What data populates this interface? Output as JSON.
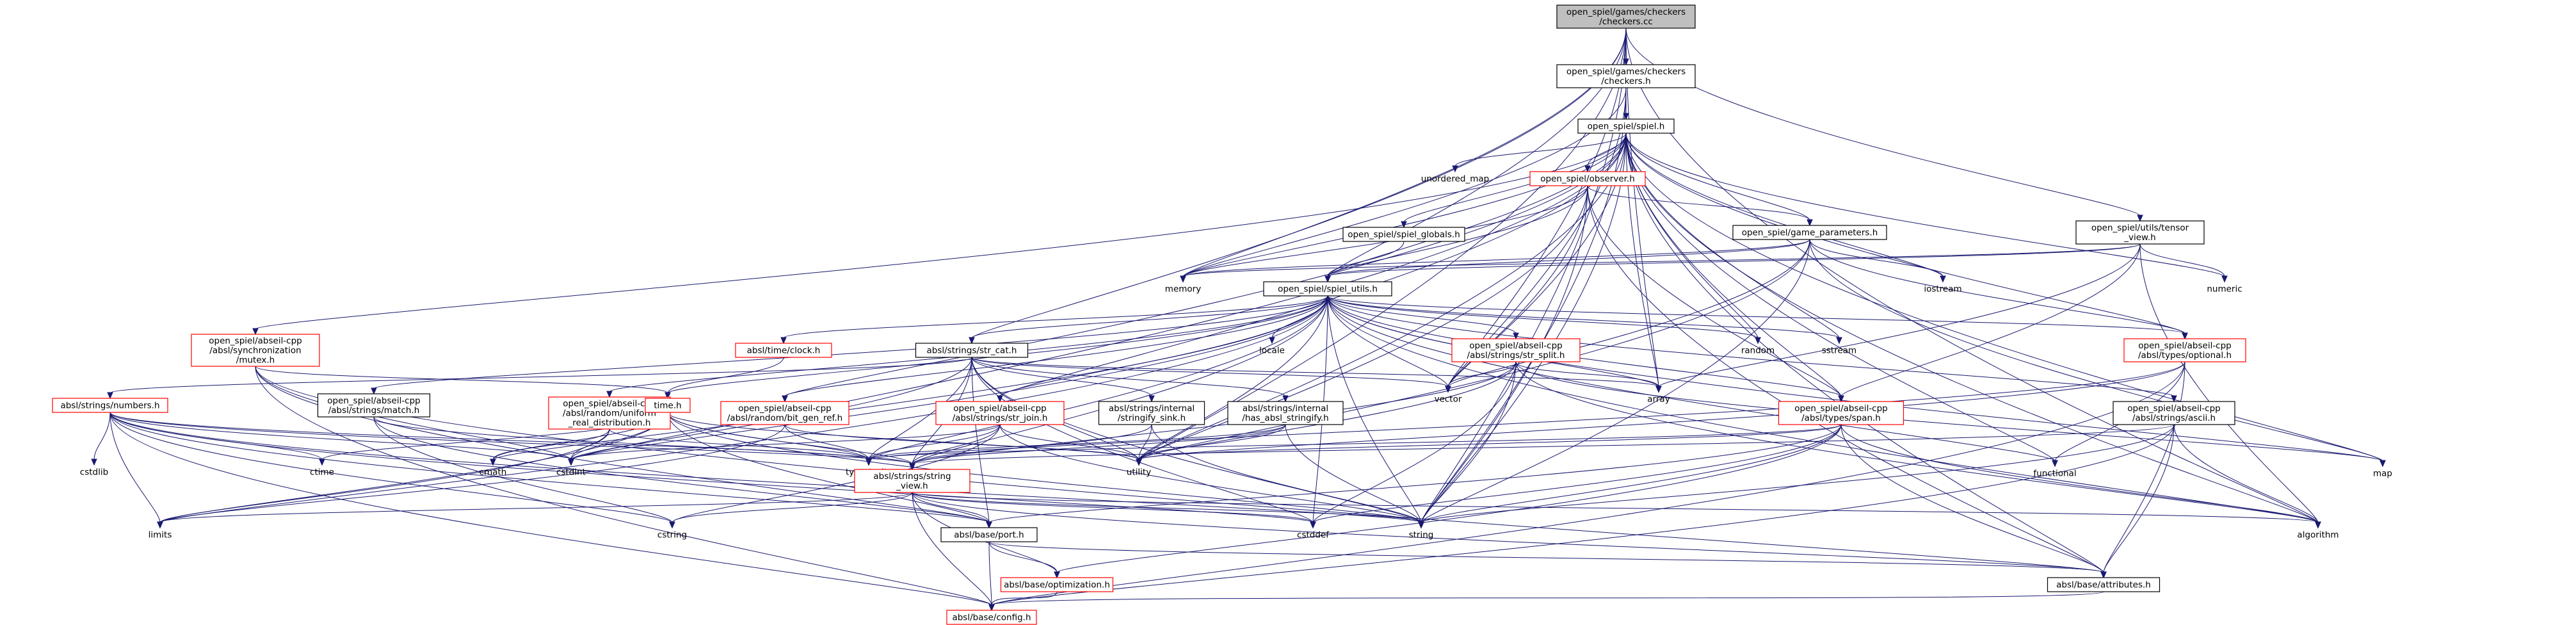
{
  "diagram": {
    "edge_color": "#191970",
    "boxed_border_color": "#000000",
    "incomplete_border_color": "#ff0000",
    "root_fill": "#bfbfbf",
    "nodes": [
      {
        "id": "n_checkers_cc",
        "lines": [
          "open_spiel/games/checkers",
          "/checkers.cc"
        ],
        "style": "root"
      },
      {
        "id": "n_checkers_h",
        "lines": [
          "open_spiel/games/checkers",
          "/checkers.h"
        ],
        "style": "box"
      },
      {
        "id": "n_spiel_h",
        "lines": [
          "open_spiel/spiel.h"
        ],
        "style": "box"
      },
      {
        "id": "n_observer",
        "lines": [
          "open_spiel/observer.h"
        ],
        "style": "red"
      },
      {
        "id": "n_unordered_map",
        "lines": [
          "unordered_map"
        ],
        "style": "plain"
      },
      {
        "id": "n_spiel_globals",
        "lines": [
          "open_spiel/spiel_globals.h"
        ],
        "style": "box"
      },
      {
        "id": "n_game_params",
        "lines": [
          "open_spiel/game_parameters.h"
        ],
        "style": "box"
      },
      {
        "id": "n_tensor_view",
        "lines": [
          "open_spiel/utils/tensor",
          "_view.h"
        ],
        "style": "box"
      },
      {
        "id": "n_memory",
        "lines": [
          "memory"
        ],
        "style": "plain"
      },
      {
        "id": "n_iostream",
        "lines": [
          "iostream"
        ],
        "style": "plain"
      },
      {
        "id": "n_numeric",
        "lines": [
          "numeric"
        ],
        "style": "plain"
      },
      {
        "id": "n_spiel_utils",
        "lines": [
          "open_spiel/spiel_utils.h"
        ],
        "style": "box"
      },
      {
        "id": "n_mutex",
        "lines": [
          "open_spiel/abseil-cpp",
          "/absl/synchronization",
          "/mutex.h"
        ],
        "style": "red"
      },
      {
        "id": "n_clock",
        "lines": [
          "absl/time/clock.h"
        ],
        "style": "red"
      },
      {
        "id": "n_locale",
        "lines": [
          "locale"
        ],
        "style": "plain"
      },
      {
        "id": "n_str_cat",
        "lines": [
          "absl/strings/str_cat.h"
        ],
        "style": "box"
      },
      {
        "id": "n_str_split",
        "lines": [
          "open_spiel/abseil-cpp",
          "/absl/strings/str_split.h"
        ],
        "style": "red"
      },
      {
        "id": "n_random",
        "lines": [
          "random"
        ],
        "style": "plain"
      },
      {
        "id": "n_sstream",
        "lines": [
          "sstream"
        ],
        "style": "plain"
      },
      {
        "id": "n_optional",
        "lines": [
          "open_spiel/abseil-cpp",
          "/absl/types/optional.h"
        ],
        "style": "red"
      },
      {
        "id": "n_vector",
        "lines": [
          "vector"
        ],
        "style": "plain"
      },
      {
        "id": "n_array",
        "lines": [
          "array"
        ],
        "style": "plain"
      },
      {
        "id": "n_functional",
        "lines": [
          "functional"
        ],
        "style": "plain"
      },
      {
        "id": "n_map",
        "lines": [
          "map"
        ],
        "style": "plain"
      },
      {
        "id": "n_numbers",
        "lines": [
          "absl/strings/numbers.h"
        ],
        "style": "red"
      },
      {
        "id": "n_match",
        "lines": [
          "open_spiel/abseil-cpp",
          "/absl/strings/match.h"
        ],
        "style": "box"
      },
      {
        "id": "n_uniform",
        "lines": [
          "open_spiel/abseil-cpp",
          "/absl/random/uniform",
          "_real_distribution.h"
        ],
        "style": "red"
      },
      {
        "id": "n_time",
        "lines": [
          "time.h"
        ],
        "style": "red"
      },
      {
        "id": "n_bit_gen",
        "lines": [
          "open_spiel/abseil-cpp",
          "/absl/random/bit_gen_ref.h"
        ],
        "style": "red"
      },
      {
        "id": "n_str_join",
        "lines": [
          "open_spiel/abseil-cpp",
          "/absl/strings/str_join.h"
        ],
        "style": "red"
      },
      {
        "id": "n_stringify",
        "lines": [
          "absl/strings/internal",
          "/stringify_sink.h"
        ],
        "style": "box"
      },
      {
        "id": "n_has_absl",
        "lines": [
          "absl/strings/internal",
          "/has_absl_stringify.h"
        ],
        "style": "box"
      },
      {
        "id": "n_span",
        "lines": [
          "open_spiel/abseil-cpp",
          "/absl/types/span.h"
        ],
        "style": "red"
      },
      {
        "id": "n_ascii",
        "lines": [
          "open_spiel/abseil-cpp",
          "/absl/strings/ascii.h"
        ],
        "style": "box"
      },
      {
        "id": "n_cstdlib",
        "lines": [
          "cstdlib"
        ],
        "style": "plain"
      },
      {
        "id": "n_ctime",
        "lines": [
          "ctime"
        ],
        "style": "plain"
      },
      {
        "id": "n_cstdint",
        "lines": [
          "cstdint"
        ],
        "style": "plain"
      },
      {
        "id": "n_cmath",
        "lines": [
          "cmath"
        ],
        "style": "plain"
      },
      {
        "id": "n_type_traits",
        "lines": [
          "type_traits"
        ],
        "style": "plain"
      },
      {
        "id": "n_utility",
        "lines": [
          "utility"
        ],
        "style": "plain"
      },
      {
        "id": "n_string_view",
        "lines": [
          "absl/strings/string",
          "_view.h"
        ],
        "style": "red"
      },
      {
        "id": "n_limits",
        "lines": [
          "limits"
        ],
        "style": "plain"
      },
      {
        "id": "n_cstring",
        "lines": [
          "cstring"
        ],
        "style": "plain"
      },
      {
        "id": "n_cstddef",
        "lines": [
          "cstddef"
        ],
        "style": "plain"
      },
      {
        "id": "n_string",
        "lines": [
          "string"
        ],
        "style": "plain"
      },
      {
        "id": "n_algorithm",
        "lines": [
          "algorithm"
        ],
        "style": "plain"
      },
      {
        "id": "n_port",
        "lines": [
          "absl/base/port.h"
        ],
        "style": "box"
      },
      {
        "id": "n_attributes",
        "lines": [
          "absl/base/attributes.h"
        ],
        "style": "box"
      },
      {
        "id": "n_optimization",
        "lines": [
          "absl/base/optimization.h"
        ],
        "style": "red"
      },
      {
        "id": "n_config",
        "lines": [
          "absl/base/config.h"
        ],
        "style": "red"
      }
    ],
    "edges": [
      [
        "n_checkers_cc",
        "n_checkers_h"
      ],
      [
        "n_checkers_cc",
        "n_spiel_utils"
      ],
      [
        "n_checkers_cc",
        "n_memory"
      ],
      [
        "n_checkers_cc",
        "n_str_cat"
      ],
      [
        "n_checkers_cc",
        "n_vector"
      ],
      [
        "n_checkers_cc",
        "n_tensor_view"
      ],
      [
        "n_checkers_cc",
        "n_string"
      ],
      [
        "n_checkers_cc",
        "n_algorithm"
      ],
      [
        "n_checkers_cc",
        "n_utility"
      ],
      [
        "n_checkers_cc",
        "n_array"
      ],
      [
        "n_checkers_h",
        "n_spiel_h"
      ],
      [
        "n_checkers_h",
        "n_memory"
      ],
      [
        "n_checkers_h",
        "n_vector"
      ],
      [
        "n_checkers_h",
        "n_string"
      ],
      [
        "n_spiel_h",
        "n_observer"
      ],
      [
        "n_spiel_h",
        "n_unordered_map"
      ],
      [
        "n_spiel_h",
        "n_spiel_globals"
      ],
      [
        "n_spiel_h",
        "n_game_params"
      ],
      [
        "n_spiel_h",
        "n_memory"
      ],
      [
        "n_spiel_h",
        "n_iostream"
      ],
      [
        "n_spiel_h",
        "n_spiel_utils"
      ],
      [
        "n_spiel_h",
        "n_mutex"
      ],
      [
        "n_spiel_h",
        "n_optional"
      ],
      [
        "n_spiel_h",
        "n_span"
      ],
      [
        "n_spiel_h",
        "n_random"
      ],
      [
        "n_spiel_h",
        "n_sstream"
      ],
      [
        "n_spiel_h",
        "n_functional"
      ],
      [
        "n_spiel_h",
        "n_map"
      ],
      [
        "n_spiel_h",
        "n_numeric"
      ],
      [
        "n_spiel_h",
        "n_vector"
      ],
      [
        "n_spiel_h",
        "n_string"
      ],
      [
        "n_spiel_h",
        "n_utility"
      ],
      [
        "n_spiel_h",
        "n_cstdint"
      ],
      [
        "n_spiel_h",
        "n_attributes"
      ],
      [
        "n_spiel_h",
        "n_bit_gen"
      ],
      [
        "n_spiel_h",
        "n_str_join"
      ],
      [
        "n_spiel_h",
        "n_algorithm"
      ],
      [
        "n_spiel_h",
        "n_array"
      ],
      [
        "n_observer",
        "n_game_params"
      ],
      [
        "n_observer",
        "n_spiel_utils"
      ],
      [
        "n_observer",
        "n_memory"
      ],
      [
        "n_observer",
        "n_span"
      ],
      [
        "n_observer",
        "n_vector"
      ],
      [
        "n_observer",
        "n_string"
      ],
      [
        "n_observer",
        "n_utility"
      ],
      [
        "n_observer",
        "n_attributes"
      ],
      [
        "n_spiel_globals",
        "n_spiel_utils"
      ],
      [
        "n_game_params",
        "n_spiel_utils"
      ],
      [
        "n_game_params",
        "n_memory"
      ],
      [
        "n_game_params",
        "n_iostream"
      ],
      [
        "n_game_params",
        "n_map"
      ],
      [
        "n_game_params",
        "n_string"
      ],
      [
        "n_game_params",
        "n_optional"
      ],
      [
        "n_game_params",
        "n_utility"
      ],
      [
        "n_game_params",
        "n_vector"
      ],
      [
        "n_tensor_view",
        "n_spiel_utils"
      ],
      [
        "n_tensor_view",
        "n_memory"
      ],
      [
        "n_tensor_view",
        "n_numeric"
      ],
      [
        "n_tensor_view",
        "n_array"
      ],
      [
        "n_tensor_view",
        "n_span"
      ],
      [
        "n_tensor_view",
        "n_algorithm"
      ],
      [
        "n_spiel_utils",
        "n_clock"
      ],
      [
        "n_spiel_utils",
        "n_locale"
      ],
      [
        "n_spiel_utils",
        "n_str_cat"
      ],
      [
        "n_spiel_utils",
        "n_str_split"
      ],
      [
        "n_spiel_utils",
        "n_random"
      ],
      [
        "n_spiel_utils",
        "n_sstream"
      ],
      [
        "n_spiel_utils",
        "n_optional"
      ],
      [
        "n_spiel_utils",
        "n_vector"
      ],
      [
        "n_spiel_utils",
        "n_array"
      ],
      [
        "n_spiel_utils",
        "n_map"
      ],
      [
        "n_spiel_utils",
        "n_match"
      ],
      [
        "n_spiel_utils",
        "n_uniform"
      ],
      [
        "n_spiel_utils",
        "n_time"
      ],
      [
        "n_spiel_utils",
        "n_bit_gen"
      ],
      [
        "n_spiel_utils",
        "n_str_join"
      ],
      [
        "n_spiel_utils",
        "n_span"
      ],
      [
        "n_spiel_utils",
        "n_ascii"
      ],
      [
        "n_spiel_utils",
        "n_cstdint"
      ],
      [
        "n_spiel_utils",
        "n_cmath"
      ],
      [
        "n_spiel_utils",
        "n_type_traits"
      ],
      [
        "n_spiel_utils",
        "n_utility"
      ],
      [
        "n_spiel_utils",
        "n_string_view"
      ],
      [
        "n_spiel_utils",
        "n_cstddef"
      ],
      [
        "n_spiel_utils",
        "n_string"
      ],
      [
        "n_spiel_utils",
        "n_algorithm"
      ],
      [
        "n_spiel_utils",
        "n_functional"
      ],
      [
        "n_spiel_utils",
        "n_limits"
      ],
      [
        "n_mutex",
        "n_time"
      ],
      [
        "n_mutex",
        "n_cstdint"
      ],
      [
        "n_mutex",
        "n_port"
      ],
      [
        "n_mutex",
        "n_attributes"
      ],
      [
        "n_mutex",
        "n_config"
      ],
      [
        "n_clock",
        "n_time"
      ],
      [
        "n_str_cat",
        "n_numbers"
      ],
      [
        "n_str_cat",
        "n_stringify"
      ],
      [
        "n_str_cat",
        "n_has_absl"
      ],
      [
        "n_str_cat",
        "n_string_view"
      ],
      [
        "n_str_cat",
        "n_port"
      ],
      [
        "n_str_cat",
        "n_array"
      ],
      [
        "n_str_cat",
        "n_vector"
      ],
      [
        "n_str_cat",
        "n_string"
      ],
      [
        "n_str_cat",
        "n_type_traits"
      ],
      [
        "n_str_cat",
        "n_utility"
      ],
      [
        "n_str_cat",
        "n_cstdint"
      ],
      [
        "n_str_cat",
        "n_cstddef"
      ],
      [
        "n_str_split",
        "n_string_view"
      ],
      [
        "n_str_split",
        "n_vector"
      ],
      [
        "n_str_split",
        "n_map"
      ],
      [
        "n_str_split",
        "n_utility"
      ],
      [
        "n_str_split",
        "n_algorithm"
      ],
      [
        "n_str_split",
        "n_cstddef"
      ],
      [
        "n_str_split",
        "n_string"
      ],
      [
        "n_str_split",
        "n_array"
      ],
      [
        "n_optional",
        "n_utility"
      ],
      [
        "n_optional",
        "n_functional"
      ],
      [
        "n_optional",
        "n_type_traits"
      ],
      [
        "n_optional",
        "n_attributes"
      ],
      [
        "n_optional",
        "n_config"
      ],
      [
        "n_numbers",
        "n_cstdlib"
      ],
      [
        "n_numbers",
        "n_ctime"
      ],
      [
        "n_numbers",
        "n_cstdint"
      ],
      [
        "n_numbers",
        "n_string_view"
      ],
      [
        "n_numbers",
        "n_limits"
      ],
      [
        "n_numbers",
        "n_cstring"
      ],
      [
        "n_numbers",
        "n_string"
      ],
      [
        "n_numbers",
        "n_cstddef"
      ],
      [
        "n_numbers",
        "n_type_traits"
      ],
      [
        "n_numbers",
        "n_port"
      ],
      [
        "n_numbers",
        "n_config"
      ],
      [
        "n_match",
        "n_string_view"
      ],
      [
        "n_match",
        "n_cstring"
      ],
      [
        "n_match",
        "n_port"
      ],
      [
        "n_uniform",
        "n_cmath"
      ],
      [
        "n_uniform",
        "n_cstdint"
      ],
      [
        "n_uniform",
        "n_limits"
      ],
      [
        "n_uniform",
        "n_type_traits"
      ],
      [
        "n_time",
        "n_ctime"
      ],
      [
        "n_time",
        "n_cmath"
      ],
      [
        "n_time",
        "n_cstdint"
      ],
      [
        "n_time",
        "n_limits"
      ],
      [
        "n_time",
        "n_string"
      ],
      [
        "n_time",
        "n_string_view"
      ],
      [
        "n_time",
        "n_type_traits"
      ],
      [
        "n_time",
        "n_utility"
      ],
      [
        "n_time",
        "n_port"
      ],
      [
        "n_bit_gen",
        "n_limits"
      ],
      [
        "n_bit_gen",
        "n_type_traits"
      ],
      [
        "n_bit_gen",
        "n_utility"
      ],
      [
        "n_str_join",
        "n_string_view"
      ],
      [
        "n_str_join",
        "n_string"
      ],
      [
        "n_str_join",
        "n_cstdint"
      ],
      [
        "n_str_join",
        "n_type_traits"
      ],
      [
        "n_str_join",
        "n_utility"
      ],
      [
        "n_str_join",
        "n_cstring"
      ],
      [
        "n_stringify",
        "n_string"
      ],
      [
        "n_stringify",
        "n_utility"
      ],
      [
        "n_stringify",
        "n_string_view"
      ],
      [
        "n_has_absl",
        "n_type_traits"
      ],
      [
        "n_has_absl",
        "n_utility"
      ],
      [
        "n_has_absl",
        "n_string"
      ],
      [
        "n_has_absl",
        "n_string_view"
      ],
      [
        "n_span",
        "n_algorithm"
      ],
      [
        "n_span",
        "n_cstddef"
      ],
      [
        "n_span",
        "n_type_traits"
      ],
      [
        "n_span",
        "n_utility"
      ],
      [
        "n_span",
        "n_attributes"
      ],
      [
        "n_span",
        "n_optimization"
      ],
      [
        "n_span",
        "n_port"
      ],
      [
        "n_span",
        "n_string"
      ],
      [
        "n_ascii",
        "n_algorithm"
      ],
      [
        "n_ascii",
        "n_string"
      ],
      [
        "n_ascii",
        "n_attributes"
      ],
      [
        "n_ascii",
        "n_config"
      ],
      [
        "n_ascii",
        "n_string_view"
      ],
      [
        "n_string_view",
        "n_cstddef"
      ],
      [
        "n_string_view",
        "n_cstring"
      ],
      [
        "n_string_view",
        "n_limits"
      ],
      [
        "n_string_view",
        "n_string"
      ],
      [
        "n_string_view",
        "n_algorithm"
      ],
      [
        "n_string_view",
        "n_port"
      ],
      [
        "n_string_view",
        "n_attributes"
      ],
      [
        "n_string_view",
        "n_optimization"
      ],
      [
        "n_string_view",
        "n_config"
      ],
      [
        "n_port",
        "n_attributes"
      ],
      [
        "n_port",
        "n_optimization"
      ],
      [
        "n_port",
        "n_config"
      ],
      [
        "n_attributes",
        "n_config"
      ],
      [
        "n_optimization",
        "n_config"
      ]
    ]
  }
}
